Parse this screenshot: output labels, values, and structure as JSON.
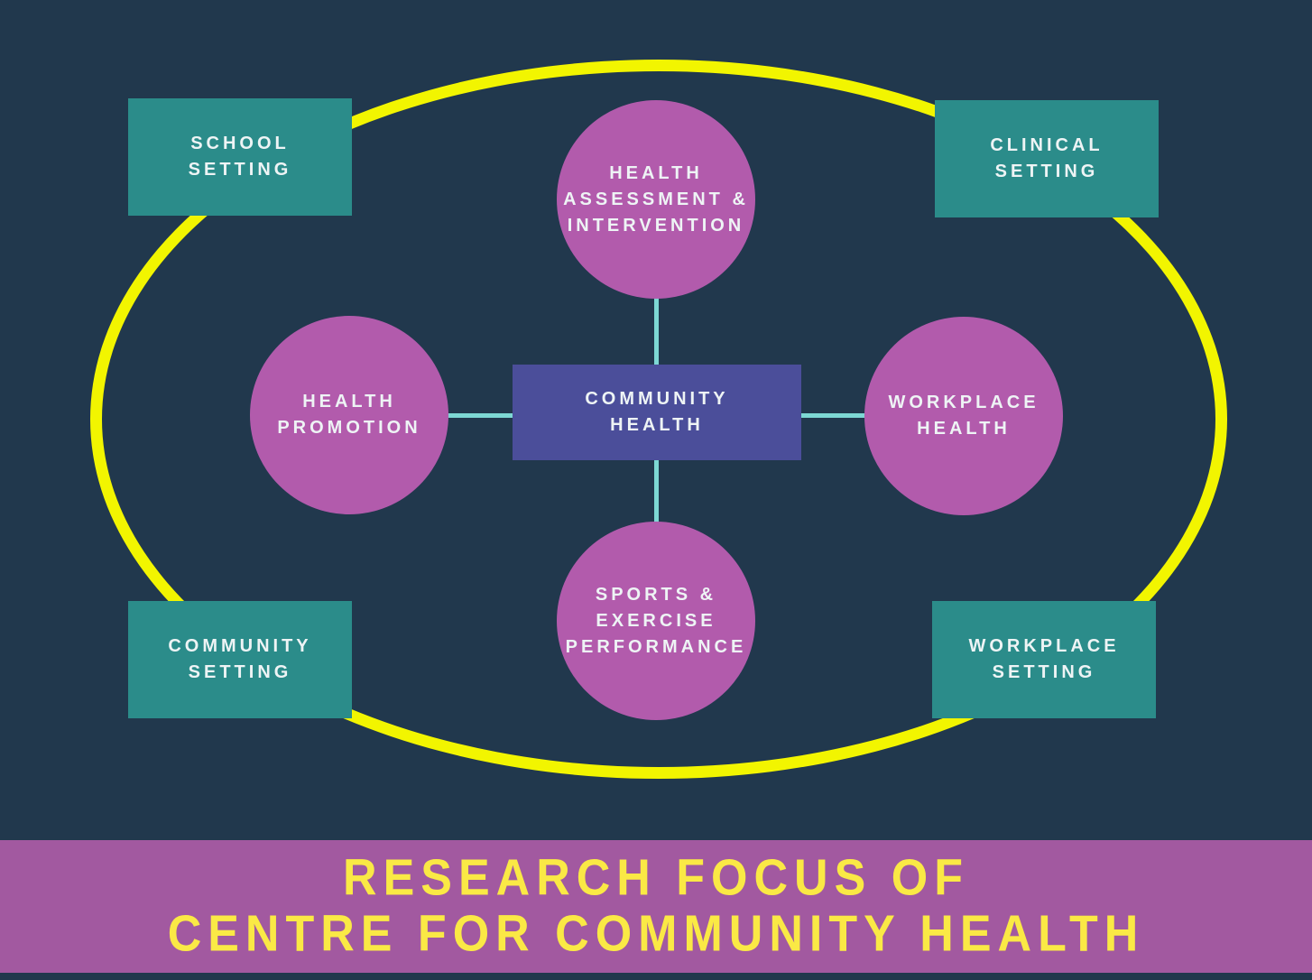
{
  "colors": {
    "background": "#21384d",
    "ellipse_outline": "#f2f500",
    "setting_box": "#2b8c8a",
    "node_circle": "#b25bac",
    "center_box": "#4b4e9a",
    "connector": "#7dd8d4",
    "banner_background": "#a259a0",
    "banner_text": "#fae945",
    "node_text": "#eef4f5"
  },
  "diagram": {
    "center": {
      "label": "COMMUNITY\nHEALTH"
    },
    "circles": [
      {
        "id": "health-assessment",
        "label": "HEALTH\nASSESSMENT &\nINTERVENTION"
      },
      {
        "id": "health-promotion",
        "label": "HEALTH\nPROMOTION"
      },
      {
        "id": "workplace-health",
        "label": "WORKPLACE\nHEALTH"
      },
      {
        "id": "sports-exercise",
        "label": "SPORTS &\nEXERCISE\nPERFORMANCE"
      }
    ],
    "settings": [
      {
        "id": "school",
        "label": "SCHOOL\nSETTING"
      },
      {
        "id": "clinical",
        "label": "CLINICAL\nSETTING"
      },
      {
        "id": "community",
        "label": "COMMUNITY\nSETTING"
      },
      {
        "id": "workplace",
        "label": "WORKPLACE\nSETTING"
      }
    ]
  },
  "banner": {
    "line1": "RESEARCH FOCUS OF",
    "line2": "CENTRE FOR COMMUNITY HEALTH"
  }
}
